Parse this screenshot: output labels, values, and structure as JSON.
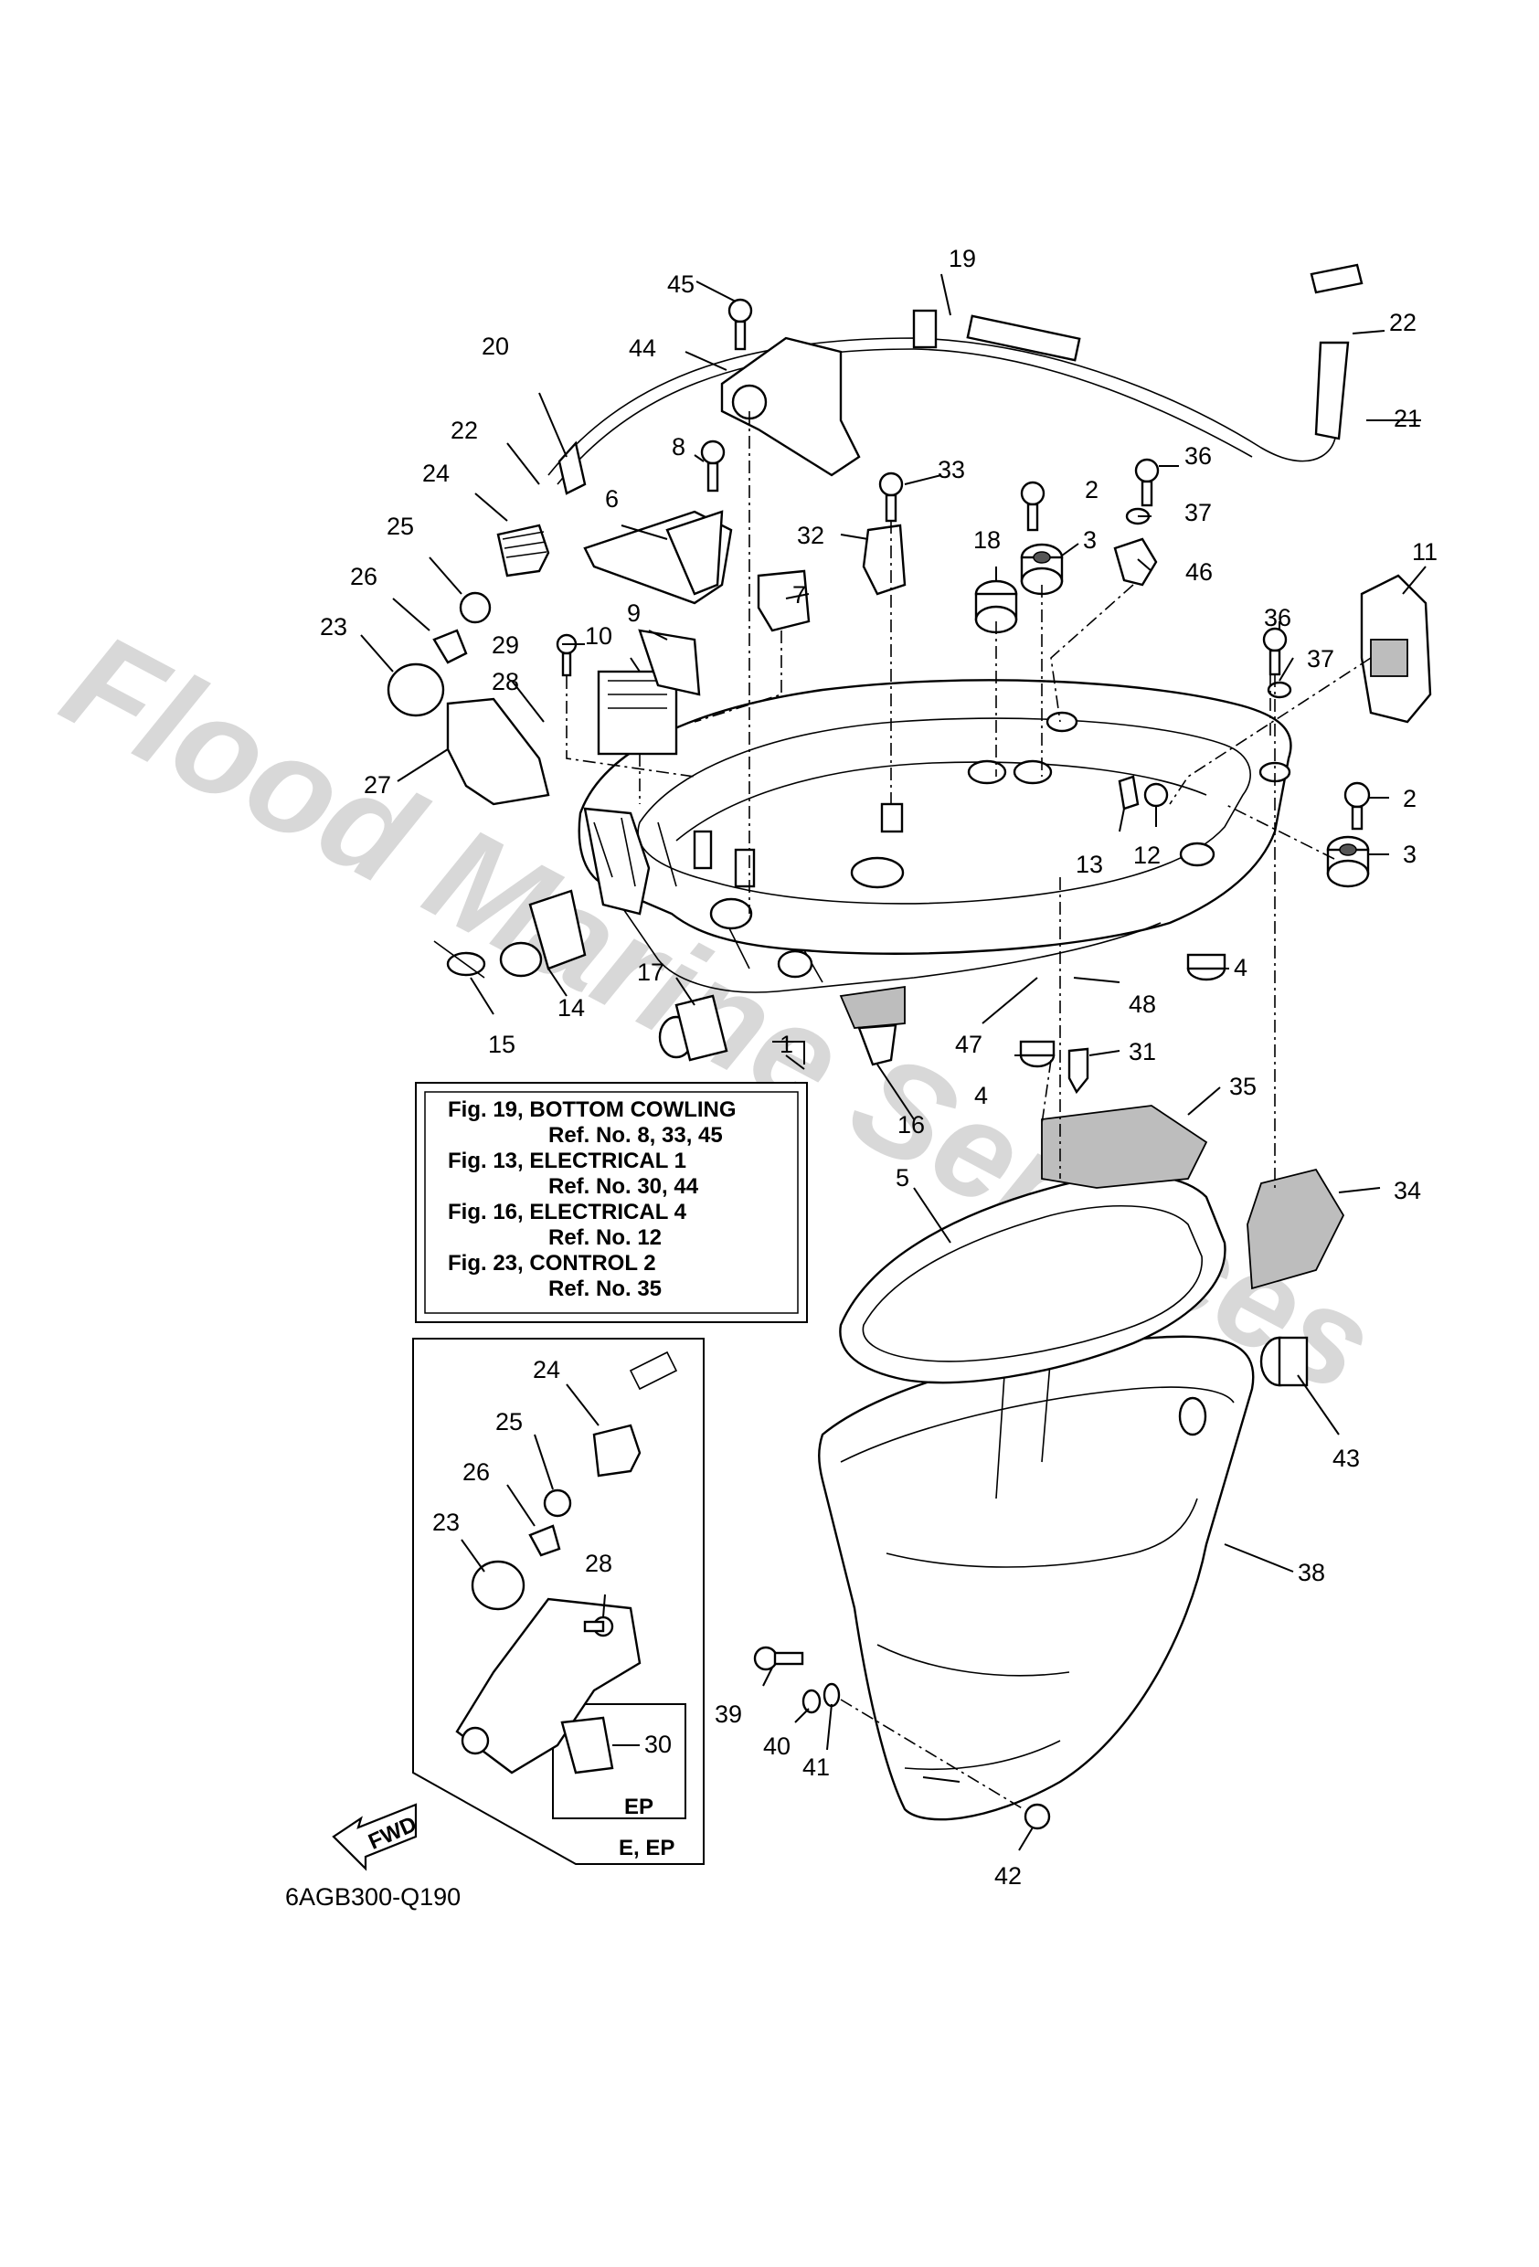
{
  "watermark": "Flood Marine Services",
  "part_numbers": [
    "1",
    "2",
    "3",
    "4",
    "5",
    "6",
    "7",
    "8",
    "9",
    "10",
    "11",
    "12",
    "13",
    "14",
    "15",
    "16",
    "17",
    "18",
    "19",
    "20",
    "21",
    "22",
    "23",
    "24",
    "25",
    "26",
    "27",
    "28",
    "29",
    "30",
    "31",
    "32",
    "33",
    "34",
    "35",
    "36",
    "37",
    "38",
    "39",
    "40",
    "41",
    "42",
    "43",
    "44",
    "45",
    "46",
    "47",
    "48"
  ],
  "callouts": {
    "c45": "45",
    "c19": "19",
    "c22a": "22",
    "c44": "44",
    "c20": "20",
    "c21": "21",
    "c22b": "22",
    "c8": "8",
    "c33": "33",
    "c36a": "36",
    "c2a": "2",
    "c37a": "37",
    "c24a": "24",
    "c6": "6",
    "c32": "32",
    "c18": "18",
    "c3a": "3",
    "c46": "46",
    "c11": "11",
    "c25a": "25",
    "c7": "7",
    "c26a": "26",
    "c9": "9",
    "c36b": "36",
    "c23a": "23",
    "c29": "29",
    "c10": "10",
    "c37b": "37",
    "c28a": "28",
    "c27": "27",
    "c2b": "2",
    "c13": "13",
    "c12": "12",
    "c3b": "3",
    "c17": "17",
    "c14": "14",
    "c4a": "4",
    "c15": "15",
    "c1": "1",
    "c47": "47",
    "c48": "48",
    "c31": "31",
    "c4b": "4",
    "c16": "16",
    "c35": "35",
    "c5": "5",
    "c34": "34",
    "c24b": "24",
    "c43": "43",
    "c25b": "25",
    "c26b": "26",
    "c23b": "23",
    "c28b": "28",
    "c38": "38",
    "c39": "39",
    "c40": "40",
    "c41": "41",
    "c30": "30",
    "c42": "42"
  },
  "reference_box": {
    "lines": [
      "Fig. 19, BOTTOM COWLING",
      "Ref. No. 8, 33, 45",
      "Fig. 13, ELECTRICAL 1",
      "Ref. No. 30, 44",
      "Fig. 16, ELECTRICAL 4",
      "Ref. No. 12",
      "Fig. 23, CONTROL 2",
      "Ref. No. 35"
    ]
  },
  "inset": {
    "variant_label": "E, EP",
    "sub_label": "EP"
  },
  "fwd_arrow": "FWD",
  "figure_code": "6AGB300-Q190"
}
